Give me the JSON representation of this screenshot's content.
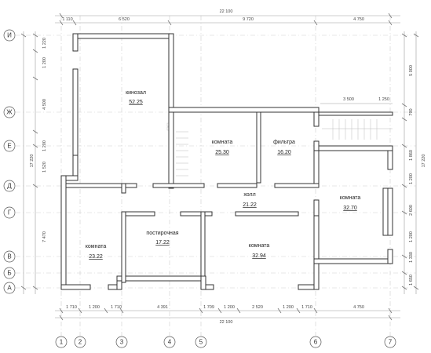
{
  "rooms": [
    {
      "name": "кинозал",
      "area": "52.25"
    },
    {
      "name": "комната",
      "area": "25.30"
    },
    {
      "name": "фильтра",
      "area": "16.20"
    },
    {
      "name": "холл",
      "area": "21.22"
    },
    {
      "name": "комната",
      "area": "32.70"
    },
    {
      "name": "комната",
      "area": "23.22"
    },
    {
      "name": "постирочная",
      "area": "17.22"
    },
    {
      "name": "комната",
      "area": "32.94"
    }
  ],
  "axes": {
    "vertical": [
      "1",
      "2",
      "3",
      "4",
      "5",
      "6",
      "7"
    ],
    "horizontal": [
      "И",
      "Ж",
      "Е",
      "Д",
      "Г",
      "В",
      "Б",
      "А"
    ]
  },
  "dims": {
    "top_total": "22 100",
    "top_segments": [
      "1 110",
      "6 520",
      "9 720",
      "4 750",
      "3 500",
      "1 250"
    ],
    "bottom_total": "22 100",
    "bottom_segments": [
      "1 710",
      "1 200",
      "1 710",
      "4 391",
      "1 709",
      "1 200",
      "2 520",
      "1 200",
      "1 710",
      "4 750"
    ],
    "left_segments": [
      "1 220",
      "1 200",
      "4 500",
      "1 200",
      "1 520",
      "7 470"
    ],
    "left_total": "17 220",
    "right_segments": [
      "5 000",
      "790",
      "1 860",
      "1 200",
      "2 600",
      "1 200",
      "1 330",
      "1 650"
    ],
    "right_total": "17 220"
  }
}
